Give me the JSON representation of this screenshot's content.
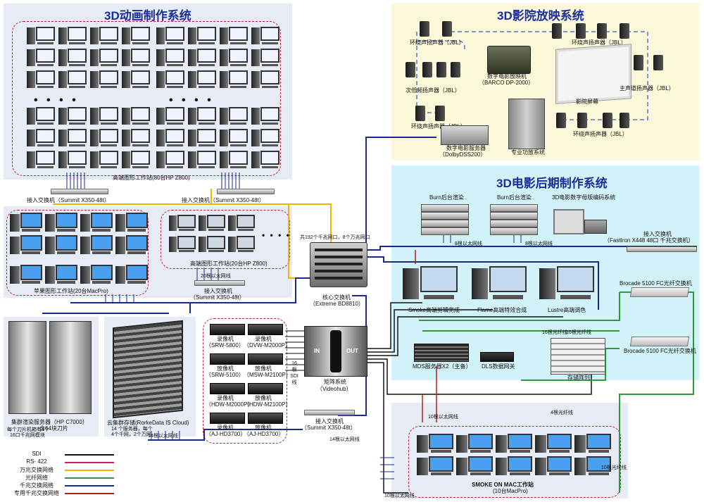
{
  "titles": {
    "animation": "3D动画制作系统",
    "cinema": "3D影院放映系统",
    "post": "3D电影后期制作系统"
  },
  "animation": {
    "workstations_label": "高端图形工作站(80台HP Z800)",
    "access_switch_1": "接入交换机（Summit X350-48t）",
    "access_switch_2": "接入交换机（Summit X350-48t）",
    "hp_group_label": "高端图形工作站(20台HP Z800)",
    "mac_group_label": "苹果图形工作站(20台MacPro)",
    "access_switch_3": "接入交换机",
    "access_switch_3_model": "（Summit X350-48t）",
    "gig_ports_note": "20根以太网线",
    "dots": "• • • •"
  },
  "core": {
    "ports_note": "共192个千兆网口，8个万兆网口",
    "label": "核心交换机",
    "model": "（Extreme BD8810）"
  },
  "cinema": {
    "surround_1": "环绕声扬声器（JBL）",
    "surround_2": "环绕声扬声器（JBL）",
    "surround_3": "环绕声扬声器（JBL）",
    "surround_4": "环绕声扬声器（JBL）",
    "sub": "次低频扬声器（JBL）",
    "projector": "数字电影放映机",
    "projector_model": "（BARCO DP-2000）",
    "screen": "影院屏幕",
    "main_speaker": "主声道扬声器（JBL）",
    "server": "数字电影服务器",
    "server_model": "（DolbyDSS200）",
    "amp": "专业功放系统"
  },
  "post": {
    "burn1": "Burn后台渲染",
    "burn2": "Burn后台渲染",
    "encoder": "3D电影数字母版编码系统",
    "access_switch": "接入交换机",
    "access_switch_model": "（FastIron X448 48口 千兆交换机）",
    "eth8a": "8根以太网线",
    "eth8b": "8根以太网线",
    "brocade1": "Brocade 5100  FC光纤交换机",
    "brocade2": "Brocade 5100  FC光纤交换机",
    "smoke": "Smoke高端剪辑完成",
    "flame": "Flame高端特效合成",
    "lustre": "Lustre高端调色",
    "fiber16a": "16根光纤线",
    "fiber16b": "16根光纤线",
    "mds": "MDS服务器X2（主备）",
    "dls": "DLS数据网关",
    "storage": "存储阵列",
    "fiber4": "4根光纤线"
  },
  "render": {
    "label": "集群渲染服务器（HP C7000）",
    "sub": "含64块刀片",
    "note1": "每个刀片机箱有4个",
    "note2": "16口千兆网模块"
  },
  "cloud": {
    "label": "云集群存储(RorkeData IS Cloud)",
    "note1": "14 个服务器，每个",
    "note2": "4个千网，2个万网",
    "eth": "14根以太网线"
  },
  "recorders": [
    {
      "name": "录像机",
      "model": "（SRW-5800）"
    },
    {
      "name": "录像机",
      "model": "（DVW-M2000P）"
    },
    {
      "name": "放像机",
      "model": "（SRW-5100）"
    },
    {
      "name": "放像机",
      "model": "（MSW-M2100P）"
    },
    {
      "name": "录像机",
      "model": "（HDW-M2000P）"
    },
    {
      "name": "放像机",
      "model": "（HDW-M2100P）"
    },
    {
      "name": "录像机",
      "model": "（AJ-HD3700）"
    },
    {
      "name": "放像机",
      "model": "（AJ-HD3700）"
    }
  ],
  "matrix": {
    "in": "IN",
    "out": "OUT",
    "label": "矩阵系统",
    "model": "（Videohub）",
    "sdi": "16根SDI线",
    "access_switch": "接入交换机",
    "access_switch_model": "（Summit X350-48t）",
    "eth14": "14根以太网线"
  },
  "smoke_mac": {
    "label": "SMOKE ON MAC工作站",
    "sub": "(10台MacPro)",
    "eth10": "10根以太网线",
    "fiber10": "10根光纤线",
    "eth10b": "10根以太网线"
  },
  "legend": [
    {
      "label": "SDI",
      "color": "#111111"
    },
    {
      "label": "RS- 422",
      "color": "#d81b60"
    },
    {
      "label": "万兆交换网络",
      "color": "#f0b400"
    },
    {
      "label": "光纤网络",
      "color": "#2e9b3a"
    },
    {
      "label": "千兆交换网络",
      "color": "#1a2a8a"
    },
    {
      "label": "专用千兆交换网络",
      "color": "#b71c1c"
    }
  ],
  "colors": {
    "sdi": "#111111",
    "rs422": "#d81b60",
    "tengig": "#f0b400",
    "fiber": "#2e9b3a",
    "gig": "#1a2a8a",
    "dedicated": "#b71c1c",
    "panel_blue": "#e6ebf6",
    "panel_yellow": "#fbf8d9",
    "panel_cyan": "#d2f2f9"
  }
}
